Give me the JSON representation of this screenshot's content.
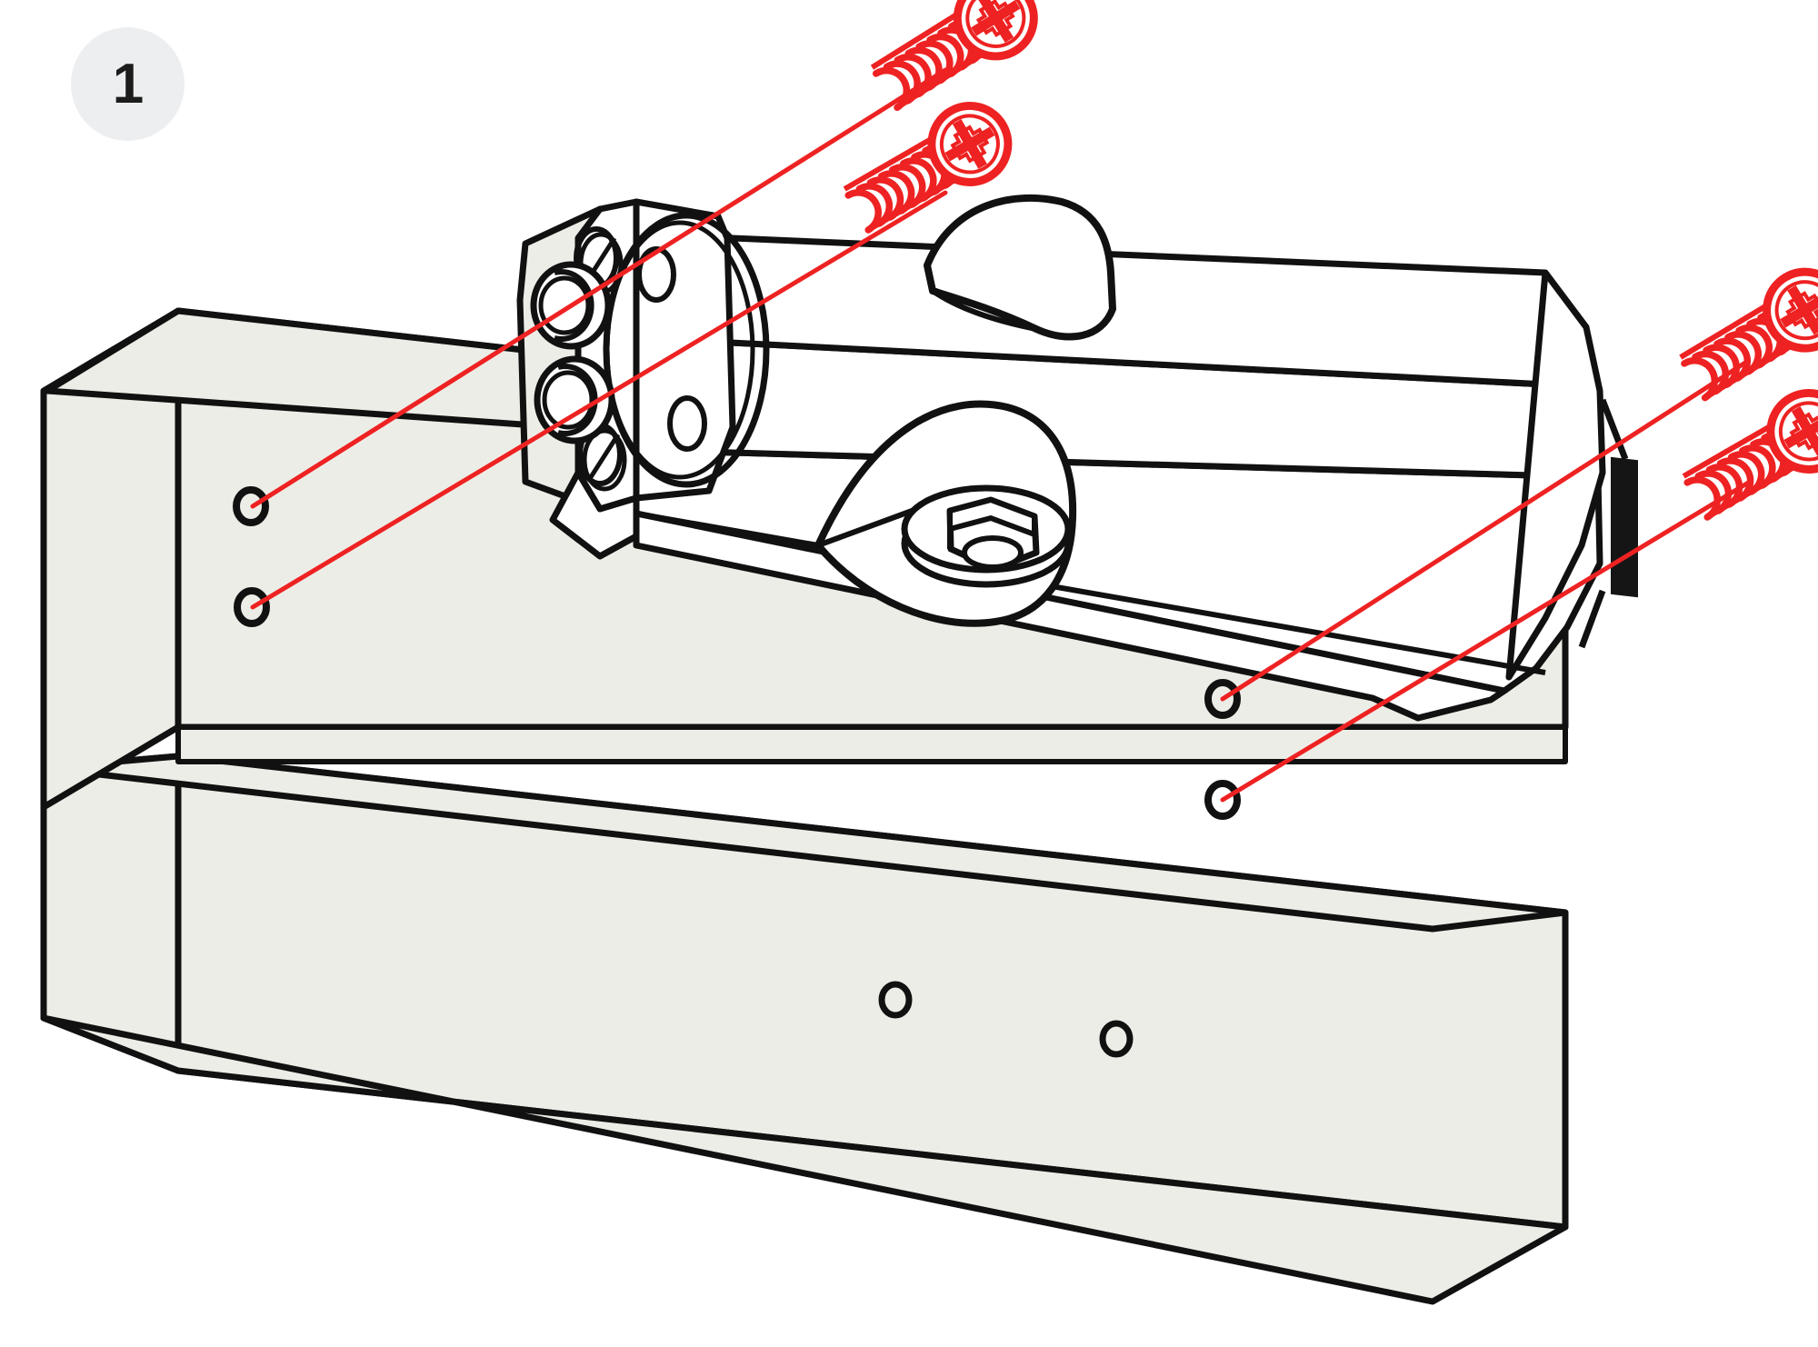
{
  "document": {
    "kind": "exploded-assembly-diagram",
    "subject": "Overhead door closer mounted to header with screws",
    "background_color": "#ffffff"
  },
  "step_badge": {
    "number": "1",
    "shape": "circle",
    "background_color": "#eceef0",
    "text_color": "#1c1c1c"
  },
  "palette": {
    "outline": "#111111",
    "panel_fill": "#edede7",
    "closer_fill": "#ffffff",
    "hardware_red": "#ee2222",
    "hardware_fill": "#ffffff",
    "badge_gray": "#eceef0"
  },
  "parts": {
    "header_beam": {
      "name": "header-beam",
      "label": "Upper header / frame beam",
      "fill": "#edede7",
      "stroke": "#111111"
    },
    "door_panel": {
      "name": "door-panel",
      "label": "Lower door panel",
      "fill": "#edede7",
      "stroke": "#111111"
    },
    "door_closer": {
      "name": "door-closer-body",
      "label": "Door closer body",
      "fill": "#ffffff",
      "stroke": "#111111",
      "features": [
        "octagonal end cap",
        "four cap screws on end face",
        "circular bolt-pattern boss",
        "hex pinion spindle in circular recess",
        "two raised arm lugs on top face",
        "bevelled right end with dark end face"
      ]
    }
  },
  "hardware": {
    "screw_type": "phillips-pan-head-screw",
    "color": "#ee2222",
    "count": 4,
    "screws": [
      {
        "id": "screw-top-1",
        "position": "upper-left-outer",
        "direction": "down-left"
      },
      {
        "id": "screw-top-2",
        "position": "upper-left-inner",
        "direction": "down-left"
      },
      {
        "id": "screw-right-1",
        "position": "right-upper",
        "direction": "down-left"
      },
      {
        "id": "screw-right-2",
        "position": "right-lower",
        "direction": "down-left"
      }
    ]
  },
  "mounting_holes": {
    "header_left": [
      {
        "id": "hole-header-left-1"
      },
      {
        "id": "hole-header-left-2"
      }
    ],
    "header_right": [
      {
        "id": "hole-header-right-1"
      },
      {
        "id": "hole-header-right-2"
      }
    ],
    "door_panel": [
      {
        "id": "hole-door-1"
      },
      {
        "id": "hole-door-2"
      }
    ]
  },
  "alignment_lines": {
    "color": "#ee2222",
    "style": "solid-thin",
    "count": 4,
    "description": "Red guide lines linking each screw to its target mounting hole"
  }
}
